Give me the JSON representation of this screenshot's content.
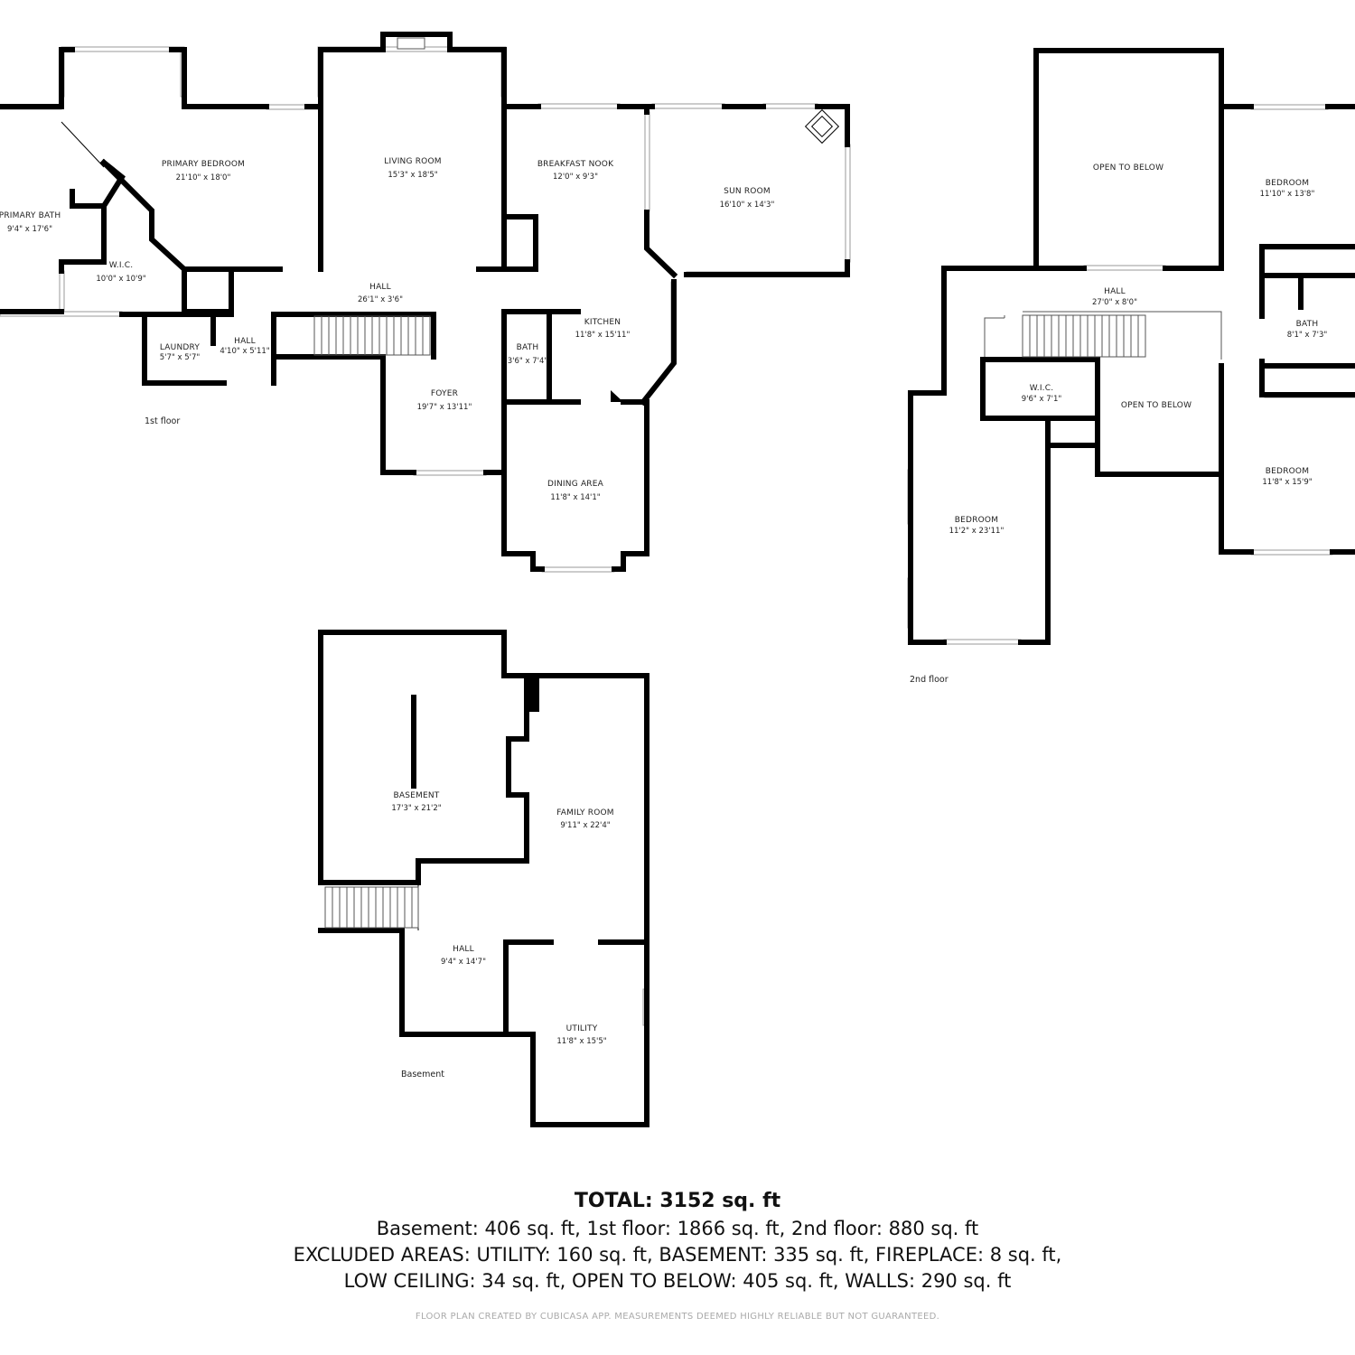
{
  "floors": {
    "first": {
      "label": "1st floor",
      "rooms": {
        "primary_bedroom": {
          "name": "PRIMARY BEDROOM",
          "dim": "21'10\" x 18'0\""
        },
        "living_room": {
          "name": "LIVING ROOM",
          "dim": "15'3\" x 18'5\""
        },
        "breakfast_nook": {
          "name": "BREAKFAST NOOK",
          "dim": "12'0\" x 9'3\""
        },
        "sun_room": {
          "name": "SUN ROOM",
          "dim": "16'10\" x 14'3\""
        },
        "primary_bath": {
          "name": "PRIMARY BATH",
          "dim": "9'4\" x 17'6\""
        },
        "wic": {
          "name": "W.I.C.",
          "dim": "10'0\" x 10'9\""
        },
        "hall_main": {
          "name": "HALL",
          "dim": "26'1\" x 3'6\""
        },
        "kitchen": {
          "name": "KITCHEN",
          "dim": "11'8\" x 15'11\""
        },
        "laundry": {
          "name": "LAUNDRY",
          "dim": "5'7\" x 5'7\""
        },
        "hall_small": {
          "name": "HALL",
          "dim": "4'10\" x 5'11\""
        },
        "bath": {
          "name": "BATH",
          "dim": "3'6\" x 7'4\""
        },
        "foyer": {
          "name": "FOYER",
          "dim": "19'7\" x 13'11\""
        },
        "dining_area": {
          "name": "DINING AREA",
          "dim": "11'8\" x 14'1\""
        }
      }
    },
    "second": {
      "label": "2nd floor",
      "rooms": {
        "open_to_below_top": {
          "name": "OPEN TO BELOW"
        },
        "bedroom_ne": {
          "name": "BEDROOM",
          "dim": "11'10\" x 13'8\""
        },
        "hall": {
          "name": "HALL",
          "dim": "27'0\" x 8'0\""
        },
        "bath": {
          "name": "BATH",
          "dim": "8'1\" x 7'3\""
        },
        "wic": {
          "name": "W.I.C.",
          "dim": "9'6\" x 7'1\""
        },
        "open_to_below_mid": {
          "name": "OPEN TO BELOW"
        },
        "bedroom_se": {
          "name": "BEDROOM",
          "dim": "11'8\" x 15'9\""
        },
        "bedroom_w": {
          "name": "BEDROOM",
          "dim": "11'2\" x 23'11\""
        }
      }
    },
    "basement": {
      "label": "Basement",
      "rooms": {
        "basement": {
          "name": "BASEMENT",
          "dim": "17'3\" x 21'2\""
        },
        "family_room": {
          "name": "FAMILY ROOM",
          "dim": "9'11\" x 22'4\""
        },
        "hall": {
          "name": "HALL",
          "dim": "9'4\" x 14'7\""
        },
        "utility": {
          "name": "UTILITY",
          "dim": "11'8\" x 15'5\""
        }
      }
    }
  },
  "summary": {
    "total": "TOTAL: 3152 sq. ft",
    "line1": "Basement: 406 sq. ft, 1st floor: 1866 sq. ft, 2nd floor: 880 sq. ft",
    "line2": "EXCLUDED AREAS: UTILITY: 160 sq. ft, BASEMENT: 335 sq. ft, FIREPLACE: 8 sq. ft,",
    "line3": "LOW CEILING: 34 sq. ft, OPEN TO BELOW: 405 sq. ft, WALLS: 290 sq. ft"
  },
  "footer": "FLOOR PLAN CREATED BY CUBICASA APP. MEASUREMENTS DEEMED HIGHLY RELIABLE BUT NOT GUARANTEED."
}
